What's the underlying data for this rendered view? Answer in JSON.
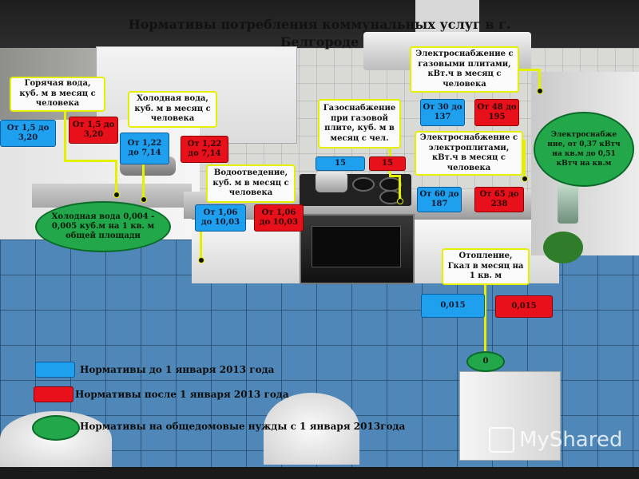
{
  "title": "Нормативы потребления коммунальных услуг в г. Белгороде",
  "notes": {
    "hot_water": "Горячая вода, куб. м в месяц с человека",
    "cold_water": "Холодная вода, куб. м в месяц с человека",
    "drainage": "Водоотведение, куб. м в месяц с человека",
    "gas": "Газоснабжение при газовой плите, куб. м в месяц с чел.",
    "elec_gas": "Электроснабжение с газовыми плитами, кВт.ч в месяц с человека",
    "elec_electric": "Электроснабжение с электроплитами, кВт.ч в месяц с человека",
    "heating": "Отопление, Гкал в месяц на 1 кв. м"
  },
  "values": {
    "hot_water_before": "От 1,5 до 3,20",
    "hot_water_after": "От 1,5 до 3,20",
    "cold_water_before": "От 1,22 до 7,14",
    "cold_water_after": "От 1,22 до 7,14",
    "drainage_before": "От 1,06 до 10,03",
    "drainage_after": "От 1,06 до 10,03",
    "gas_before": "15",
    "gas_after": "15",
    "elec_gas_before": "От 30 до 137",
    "elec_gas_after": "От 48 до 195",
    "elec_electric_before": "От 60 до 187",
    "elec_electric_after": "От 65 до 238",
    "heating_before": "0,015",
    "heating_after": "0,015"
  },
  "common": {
    "cold_water": "Холодная вода 0,004 - 0,005 куб.м на 1 кв. м общей площади",
    "electricity": "Электроснабже ние, от 0,37 кВтч на кв.м до 0,51 кВтч на кв.м",
    "heating": "0"
  },
  "legend": {
    "before": "Нормативы до 1 января 2013 года",
    "after": "Нормативы после 1 января 2013 года",
    "common": "Нормативы на общедомовые нужды с 1 января 2013года"
  },
  "colors": {
    "before": "#1fa0ef",
    "after": "#e8101a",
    "common": "#22a84a",
    "note_border": "#e4f000"
  },
  "watermark": "MyShared"
}
